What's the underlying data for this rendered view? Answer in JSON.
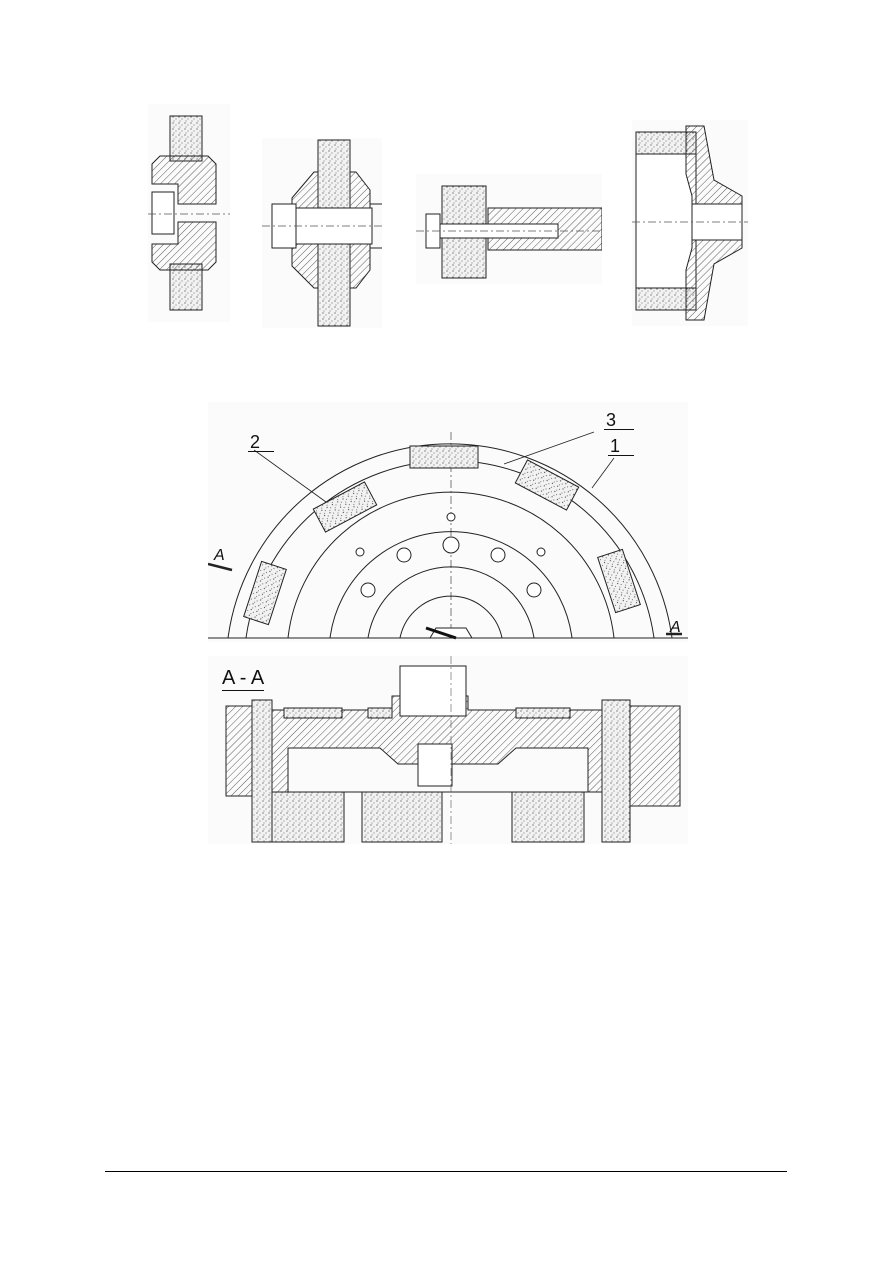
{
  "page": {
    "type": "technical drawing page",
    "background": "#ffffff"
  },
  "top_figures": [
    {
      "id": "mount-a",
      "description": "Grinding wheel on tapered flange hub with clamp screws, cross-section"
    },
    {
      "id": "mount-b",
      "description": "Grinding wheel clamped between two flanges on shaft with nut"
    },
    {
      "id": "mount-c",
      "description": "Small grinding wheel on threaded arbor shank"
    },
    {
      "id": "mount-d",
      "description": "Cup/ring grinding wheel on tapered hub flange"
    }
  ],
  "plan_view": {
    "callouts": [
      {
        "label": "1",
        "target": "wheel body / housing"
      },
      {
        "label": "2",
        "target": "abrasive segment"
      },
      {
        "label": "3",
        "target": "segment holder / wedge"
      }
    ],
    "section_marks": {
      "left": "A",
      "right": "A"
    }
  },
  "section_view": {
    "title": "A - A"
  },
  "footer": {
    "rule": true
  }
}
